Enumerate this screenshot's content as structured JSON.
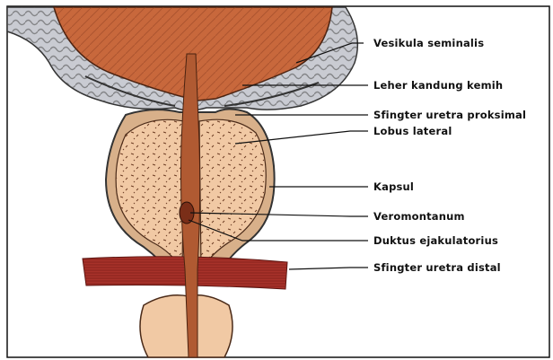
{
  "labels": [
    {
      "id": "vesikula",
      "text": "Vesikula seminalis"
    },
    {
      "id": "leher",
      "text": "Leher kandung kemih"
    },
    {
      "id": "sfingter_proksimal",
      "text": "Sfingter uretra proksimal"
    },
    {
      "id": "lobus",
      "text": "Lobus lateral"
    },
    {
      "id": "kapsul",
      "text": "Kapsul"
    },
    {
      "id": "veromontanum",
      "text": "Veromontanum"
    },
    {
      "id": "duktus",
      "text": "Duktus ejakulatorius"
    },
    {
      "id": "sfingter_distal",
      "text": "Sfingter uretra distal"
    }
  ],
  "colors": {
    "bladder": "#c8683c",
    "vesicle": "#c9cbd2",
    "prostate": "#f1c9a4",
    "capsule": "#d8b08a",
    "sphincter": "#a8322a",
    "urethra": "#b05a32",
    "line": "#111111"
  }
}
